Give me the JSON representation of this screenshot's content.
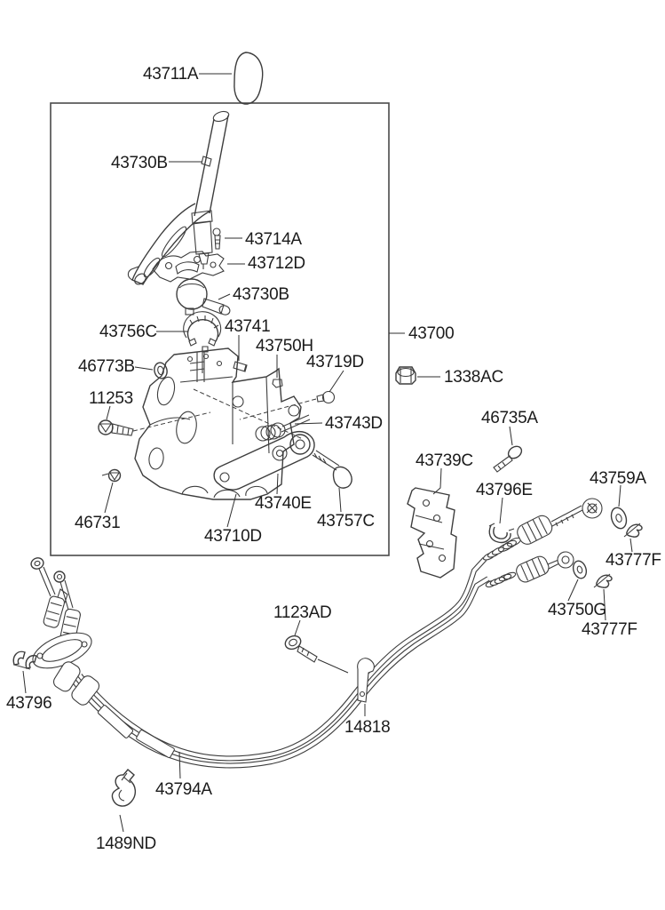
{
  "diagram": {
    "kind": "exploded-parts-diagram",
    "subject": "Manual transmission shift lever control and cables",
    "colors": {
      "background": "#ffffff",
      "line_art": "#3d3d3d",
      "label_text": "#1b1b1b"
    }
  },
  "labels": {
    "knob_43711A": "43711A",
    "lever_43730B": "43730B",
    "bolt_43714A": "43714A",
    "plate_43712D": "43712D",
    "ball_43730B": "43730B",
    "cring_43756C": "43756C",
    "pin_43741": "43741",
    "clip_43750H": "43750H",
    "ring_46773B": "46773B",
    "bolt_43719D": "43719D",
    "bolt_11253": "11253",
    "assembly_43700": "43700",
    "nut_1338AC": "1338AC",
    "spring_43743D": "43743D",
    "bolt_46735A": "46735A",
    "bracket_43739C": "43739C",
    "clip_43796E": "43796E",
    "washer_43759A": "43759A",
    "clip_43777F_1": "43777F",
    "bolt_46731": "46731",
    "housing_43710D": "43710D",
    "arm_43740E": "43740E",
    "pin_43757C": "43757C",
    "washer_43750G": "43750G",
    "clip_43777F_2": "43777F",
    "bolt_1123AD": "1123AD",
    "strap_14818": "14818",
    "clip_43796": "43796",
    "cable_43794A": "43794A",
    "clamp_1489ND": "1489ND"
  }
}
